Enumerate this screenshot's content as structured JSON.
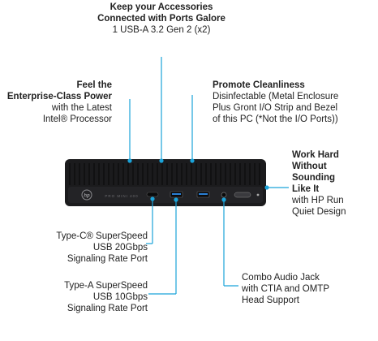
{
  "callouts": {
    "accessories": {
      "heading_line1": "Keep your Accessories",
      "heading_line2": "Connected with Ports Galore",
      "body": "1 USB-A 3.2 Gen 2 (x2)"
    },
    "power": {
      "heading_line1": "Feel the",
      "heading_line2": "Enterprise-Class Power",
      "body_line1": "with the Latest",
      "body_line2": "Intel® Processor"
    },
    "cleanliness": {
      "heading": "Promote Cleanliness",
      "body_line1": "Disinfectable (Metal Enclosure",
      "body_line2": "Plus Gront I/O Strip and Bezel",
      "body_line3": "of this PC (*Not the I/O Ports))"
    },
    "quiet": {
      "heading_line1": "Work Hard",
      "heading_line2": "Without",
      "heading_line3": "Sounding",
      "heading_line4": "Like It",
      "body_line1": "with HP Run",
      "body_line2": "Quiet Design"
    },
    "typec": {
      "line1": "Type-C® SuperSpeed",
      "line2": "USB 20Gbps",
      "line3": "Signaling Rate Port"
    },
    "typea": {
      "line1": "Type-A SuperSpeed",
      "line2": "USB 10Gbps",
      "line3": "Signaling Rate Port"
    },
    "audio": {
      "line1": "Combo Audio Jack",
      "line2": "with CTIA and OMTP",
      "line3": "Head Support"
    }
  },
  "device": {
    "model_label": "PRO MINI 400"
  },
  "colors": {
    "leader": "#1aa3d9",
    "chassis": "#1b1b1d",
    "chassis_front": "#232326",
    "port_blue": "#2a7fd4"
  }
}
